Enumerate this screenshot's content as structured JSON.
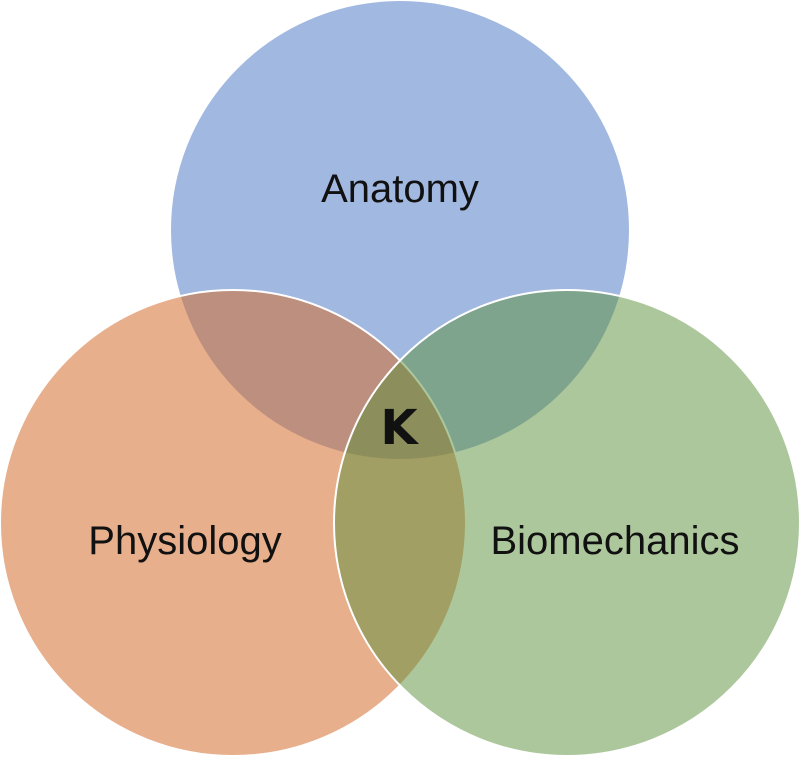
{
  "diagram": {
    "sets": [
      {
        "id": "anatomy",
        "label": "Anatomy",
        "color": "#4472C4"
      },
      {
        "id": "physiology",
        "label": "Physiology",
        "color": "#D46E2E"
      },
      {
        "id": "biomechanics",
        "label": "Biomechanics",
        "color": "#5B8F3A"
      }
    ],
    "center_label": "K"
  }
}
